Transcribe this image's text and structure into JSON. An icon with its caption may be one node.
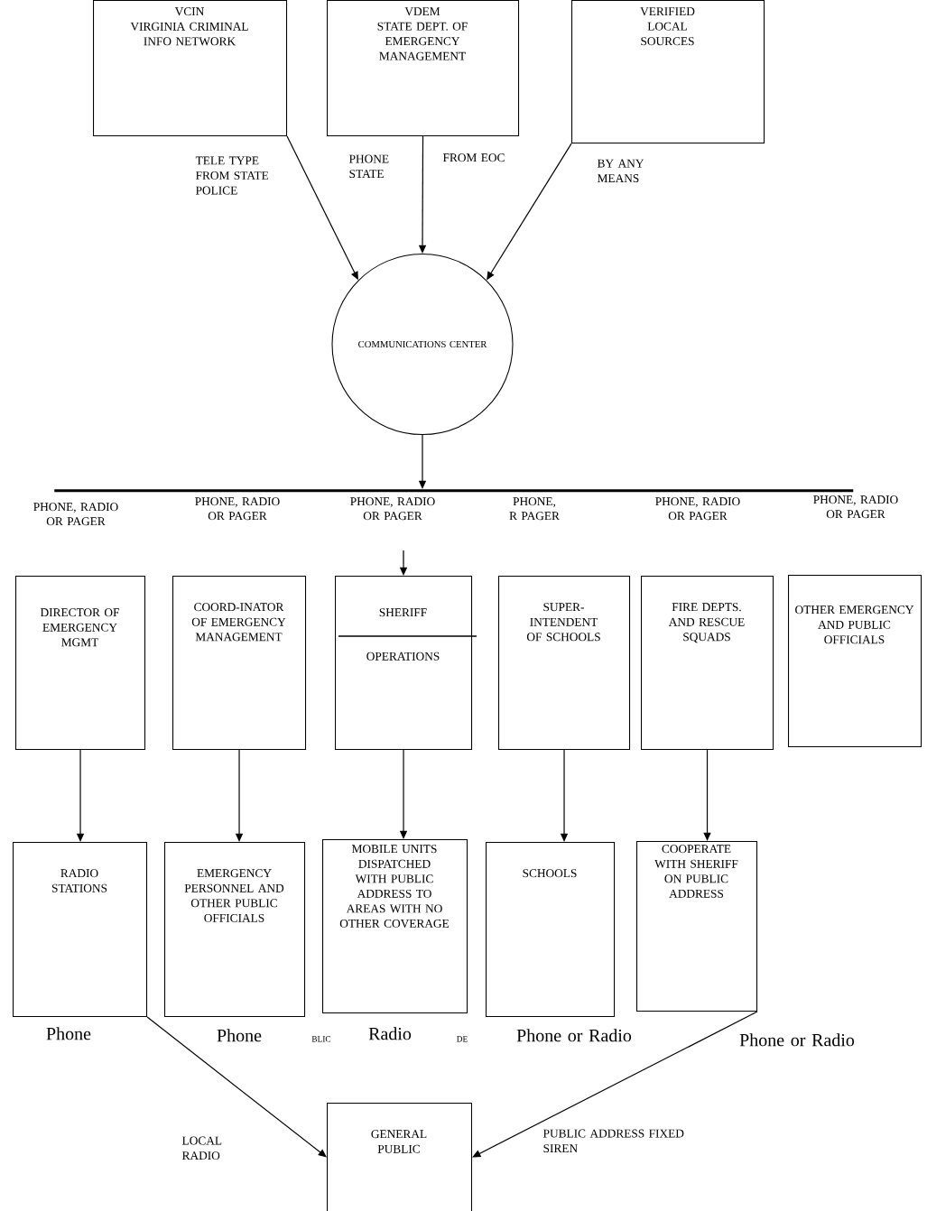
{
  "diagram": {
    "nodes": [
      {
        "text": [
          "VCIN",
          "VIRGINIA CRIMINAL INFO NETWORK"
        ]
      },
      {
        "text": [
          "VDEM",
          "STATE DEPT. OF EMERGENCY MANAGEMENT"
        ]
      },
      {
        "text": [
          "VERIFIED LOCAL SOURCES"
        ]
      },
      {
        "text": [
          "COMMUNICATIONS CENTER"
        ]
      },
      {
        "text": [],
        "shape": "bar"
      },
      {
        "text": [
          "DIRECTOR OF EMERGENCY MGMT"
        ]
      },
      {
        "text": [
          "COORD-INATOR OF EMERGENCY MANAGEMENT"
        ]
      },
      {
        "text": [
          "SHERIFF",
          "OPERATIONS"
        ]
      },
      {
        "text": [
          "SUPER-INTENDENT OF SCHOOLS"
        ]
      },
      {
        "text": [
          "FIRE DEPTS. AND RESCUE SQUADS"
        ]
      },
      {
        "text": [
          "OTHER EMERGENCY AND PUBLIC OFFICIALS"
        ]
      },
      {
        "text": [
          "RADIO STATIONS"
        ]
      },
      {
        "text": [
          "EMERGENCY PERSONNEL AND OTHER PUBLIC OFFICIALS"
        ]
      },
      {
        "text": [
          "MOBILE UNITS DISPATCHED WITH PUBLIC ADDRESS TO AREAS WITH NO OTHER COVERAGE"
        ]
      },
      {
        "text": [
          "SCHOOLS"
        ]
      },
      {
        "text": [
          "COOPERATE WITH SHERIFF ON PUBLIC ADDRESS"
        ]
      },
      {
        "text": [
          "GENERAL PUBLIC"
        ]
      }
    ],
    "edges": [
      {
        "from": 0,
        "to": 3,
        "arrow": "to",
        "label": "TELE TYPE FROM STATE POLICE"
      },
      {
        "from": 1,
        "to": 3,
        "arrow": "to",
        "label": "PHONE STATE"
      },
      {
        "from": 2,
        "to": 3,
        "arrow": "to",
        "label": "BY ANY MEANS"
      },
      {
        "from": 3,
        "to": 4,
        "arrow": "to"
      },
      {
        "from": null,
        "to": 7,
        "arrow": "to"
      },
      {
        "from": 5,
        "to": 11,
        "arrow": "to"
      },
      {
        "from": 6,
        "to": 12,
        "arrow": "to"
      },
      {
        "from": 7,
        "to": 13,
        "arrow": "to"
      },
      {
        "from": 8,
        "to": 14,
        "arrow": "to"
      },
      {
        "from": 9,
        "to": 15,
        "arrow": "to"
      },
      {
        "from": 11,
        "to": 16,
        "arrow": "to",
        "label": "LOCAL RADIO"
      },
      {
        "from": 15,
        "to": 16,
        "arrow": "to",
        "label": "PUBLIC ADDRESS FIXED SIREN"
      }
    ],
    "labels": [
      "FROM EOC",
      "PHONE, RADIO OR PAGER",
      "PHONE, RADIO OR PAGER",
      "PHONE, RADIO OR PAGER",
      "PHONE, R PAGER",
      "PHONE, RADIO OR PAGER",
      "PHONE, RADIO OR PAGER",
      "Phone",
      "Phone",
      "BLIC",
      "Radio",
      "DE",
      "Phone or Radio",
      "Phone or Radio"
    ]
  }
}
